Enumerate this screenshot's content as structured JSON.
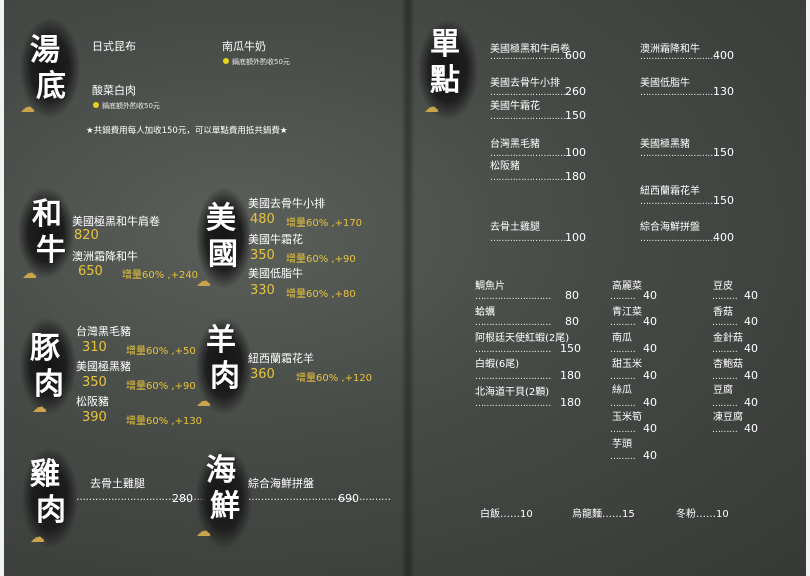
{
  "left": {
    "dots_long": "………………………………………",
    "soup": {
      "title_1": "湯",
      "title_2": "底",
      "item_1": "日式昆布",
      "item_2": "南瓜牛奶",
      "note_2": "鍋底額外酌收50元",
      "item_3": "酸菜白肉",
      "note_3": "鍋底額外酌收50元",
      "footnote": "★共鍋費用每人加收150元，可以單點費用抵共鍋費★"
    },
    "wagyu": {
      "title_1": "和",
      "title_2": "牛",
      "item_1": {
        "name": "美國極黑和牛肩卷",
        "price": "820"
      },
      "item_2": {
        "name": "澳洲霜降和牛",
        "price": "650",
        "addon": "增量60% ,+240"
      }
    },
    "us": {
      "title_1": "美",
      "title_2": "國",
      "item_1": {
        "name": "美國去骨牛小排",
        "price": "480",
        "addon": "增量60% ,+170"
      },
      "item_2": {
        "name": "美國牛霜花",
        "price": "350",
        "addon": "增量60% ,+90"
      },
      "item_3": {
        "name": "美國低脂牛",
        "price": "330",
        "addon": "增量60% ,+80"
      }
    },
    "pork": {
      "title_1": "豚",
      "title_2": "肉",
      "item_1": {
        "name": "台灣黑毛豬",
        "price": "310",
        "addon": "增量60% ,+50"
      },
      "item_2": {
        "name": "美國極黑豬",
        "price": "350",
        "addon": "增量60% ,+90"
      },
      "item_3": {
        "name": "松阪豬",
        "price": "390",
        "addon": "增量60% ,+130"
      }
    },
    "lamb": {
      "title_1": "羊",
      "title_2": "肉",
      "item_1": {
        "name": "紐西蘭霜花羊",
        "price": "360",
        "addon": "增量60% ,+120"
      }
    },
    "chicken": {
      "title_1": "雞",
      "title_2": "肉",
      "item_1": {
        "name": "去骨土雞腿",
        "price": "280"
      }
    },
    "seafood": {
      "title_1": "海",
      "title_2": "鮮",
      "item_1": {
        "name": "綜合海鮮拼盤",
        "price": "690"
      }
    }
  },
  "right": {
    "title_1": "單",
    "title_2": "點",
    "dots_short": "………………………",
    "dots_tiny": "………",
    "col1": [
      {
        "name": "美國極黑和牛肩卷",
        "price": "600"
      },
      {
        "name": "美國去骨牛小排",
        "price": "260"
      },
      {
        "name": "美國牛霜花",
        "price": "150"
      },
      {
        "name": "台灣黑毛豬",
        "price": "100"
      },
      {
        "name": "松阪豬",
        "price": "180"
      },
      {
        "name": "去骨土雞腿",
        "price": "100"
      }
    ],
    "col2": [
      {
        "name": "澳洲霜降和牛",
        "price": "400"
      },
      {
        "name": "美國低脂牛",
        "price": "130"
      },
      {
        "name": "美國極黑豬",
        "price": "150"
      },
      {
        "name": "紐西蘭霜花羊",
        "price": "150"
      },
      {
        "name": "綜合海鮮拼盤",
        "price": "400"
      }
    ],
    "list_a": [
      {
        "name": "鯛魚片",
        "price": "80"
      },
      {
        "name": "蛤蠣",
        "price": "80"
      },
      {
        "name": "阿根廷天使紅蝦(2尾)",
        "price": "150"
      },
      {
        "name": "白蝦(6尾)",
        "price": "180"
      },
      {
        "name": "北海道干貝(2顆)",
        "price": "180"
      }
    ],
    "list_b": [
      {
        "name": "高麗菜",
        "price": "40"
      },
      {
        "name": "青江菜",
        "price": "40"
      },
      {
        "name": "南瓜",
        "price": "40"
      },
      {
        "name": "甜玉米",
        "price": "40"
      },
      {
        "name": "絲瓜",
        "price": "40"
      },
      {
        "name": "玉米筍",
        "price": "40"
      },
      {
        "name": "芋頭",
        "price": "40"
      }
    ],
    "list_c": [
      {
        "name": "豆皮",
        "price": "40"
      },
      {
        "name": "香菇",
        "price": "40"
      },
      {
        "name": "金針菇",
        "price": "40"
      },
      {
        "name": "杏鮑菇",
        "price": "40"
      },
      {
        "name": "豆腐",
        "price": "40"
      },
      {
        "name": "凍豆腐",
        "price": "40"
      }
    ],
    "bottom": [
      "白飯……10",
      "烏龍麵……15",
      "冬粉……10"
    ]
  },
  "colors": {
    "background": "#4a4e4a",
    "price_accent": "#e8c33c",
    "note_bullet": "#e6d11a",
    "ornament": "#c9a44a"
  }
}
